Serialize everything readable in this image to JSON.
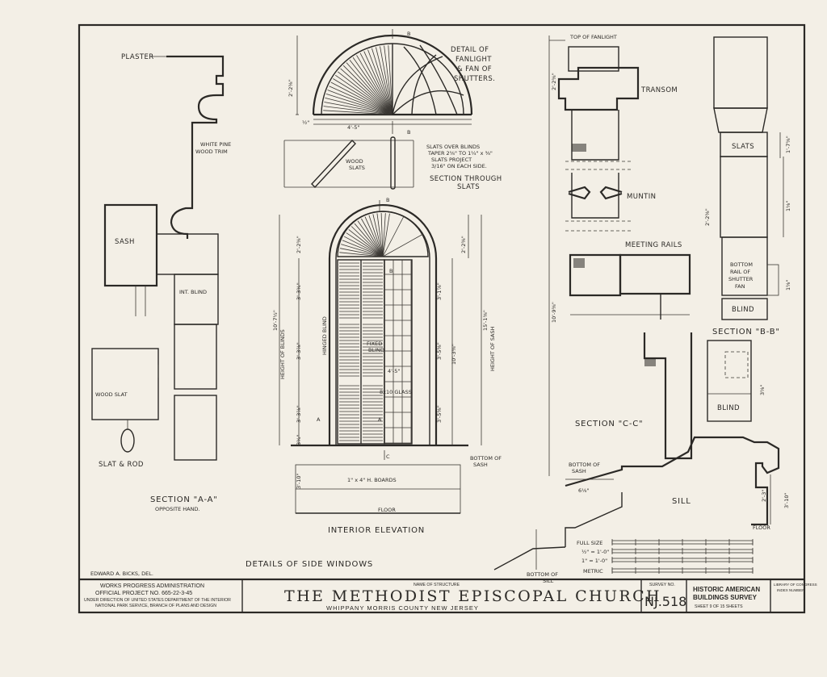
{
  "labels": {
    "plaster": "PLASTER",
    "white_pine": [
      "WHITE PINE",
      "WOOD TRIM"
    ],
    "sash": "SASH",
    "int_blind": "INT. BLIND",
    "wood_slat": "WOOD SLAT",
    "slat_rod": "SLAT & ROD",
    "section_aa": "SECTION \"A-A\"",
    "opposite_hand": "OPPOSITE HAND.",
    "fanlight_detail": [
      "DETAIL OF",
      "FANLIGHT",
      "& FAN OF",
      "SHUTTERS."
    ],
    "slats_note": [
      "SLATS OVER BLINDS",
      "TAPER 2⅝\" TO 1¼\" x ⅜\"",
      "SLATS PROJECT",
      "3/16\" ON EACH SIDE."
    ],
    "wood_slats": [
      "WOOD",
      "SLATS"
    ],
    "section_slats": [
      "SECTION THROUGH",
      "SLATS"
    ],
    "hinged_blind": "HINGED BLIND",
    "fixed_blind": [
      "FIXED",
      "BLIND"
    ],
    "glass": "8x10 GLASS",
    "height_blinds": "HEIGHT OF BLINDS",
    "height_sash": "HEIGHT OF SASH",
    "bottom_sash": [
      "BOTTOM OF",
      "SASH"
    ],
    "boards": "1\" x 4\" H. BOARDS",
    "floor": "FLOOR",
    "interior_elevation": "INTERIOR ELEVATION",
    "top_fanlight": "TOP OF FANLIGHT",
    "transom": "TRANSOM",
    "muntin": "MUNTIN",
    "meeting_rails": "MEETING RAILS",
    "section_cc": "SECTION \"C-C\"",
    "bottom_sash_r": [
      "BOTTOM OF",
      "SASH"
    ],
    "sill": "SILL",
    "bottom_sill": [
      "BOTTOM OF",
      "SILL"
    ],
    "slats": "SLATS",
    "bottom_rail": [
      "BOTTOM",
      "RAIL OF",
      "SHUTTER",
      "FAN"
    ],
    "blind": "BLIND",
    "blind2": "BLIND",
    "section_bb": "SECTION \"B-B\"",
    "floor_r": "FLOOR",
    "details_side": "DETAILS OF SIDE WINDOWS",
    "delineator": "EDWARD A. BICKS, DEL."
  },
  "dims": {
    "fan_h": "2'-2⅜\"",
    "fan_w": "4'-5\"",
    "half": "½\"",
    "arch_h": "2'-2⅜\"",
    "arch_h2": "2'-2⅜\"",
    "blinds_total": "10'-7½\"",
    "sash_total": "15'-1⅜\"",
    "b1": "3'-3¾\"",
    "b2": "3'-3⅞\"",
    "b3": "3'-3⅞\"",
    "s1": "3'-1⅞\"",
    "s2": "3'-5⅜\"",
    "s3": "3'-5⅜\"",
    "sash_10": "10'-3⅜\"",
    "width": "4'-5\"",
    "base": "3'-10\"",
    "small": "3¾\"",
    "cc_total": "10'-9⅜\"",
    "cc_top": "2'-2⅜\"",
    "bb_top": "1'-7⅝\"",
    "bb_mid": "2'-2⅜\"",
    "bb_r1": "1⅛\"",
    "bb_r2": "1⅝\"",
    "blind_h": "3⅝\"",
    "sill_1": "2'-3\"",
    "sill_2": "3'-10\"",
    "sill_3": "6⅛\""
  },
  "markers": {
    "a": "A",
    "b": "B",
    "c": "C"
  },
  "scale": {
    "full": "FULL SIZE",
    "half": "½\" = 1'-0\"",
    "one": "1\" = 1'-0\"",
    "metric": "METRIC"
  },
  "title_block": {
    "wpa": [
      "WORKS PROGRESS ADMINISTRATION",
      "OFFICIAL PROJECT NO. 665-22-3-45"
    ],
    "wpa_small": [
      "UNDER DIRECTION OF UNITED STATES DEPARTMENT OF THE INTERIOR",
      "NATIONAL PARK SERVICE, BRANCH OF PLANS AND DESIGN"
    ],
    "name_label": "NAME OF STRUCTURE",
    "name": "THE METHODIST EPISCOPAL CHURCH",
    "location": "WHIPPANY   MORRIS   COUNTY   NEW JERSEY",
    "survey_label": "SURVEY NO.",
    "survey_no": "NJ.518",
    "habs": [
      "HISTORIC AMERICAN",
      "BUILDINGS SURVEY"
    ],
    "sheet": "SHEET 9 OF 15 SHEETS",
    "loc": [
      "LIBRARY OF CONGRESS",
      "INDEX NUMBER"
    ]
  }
}
